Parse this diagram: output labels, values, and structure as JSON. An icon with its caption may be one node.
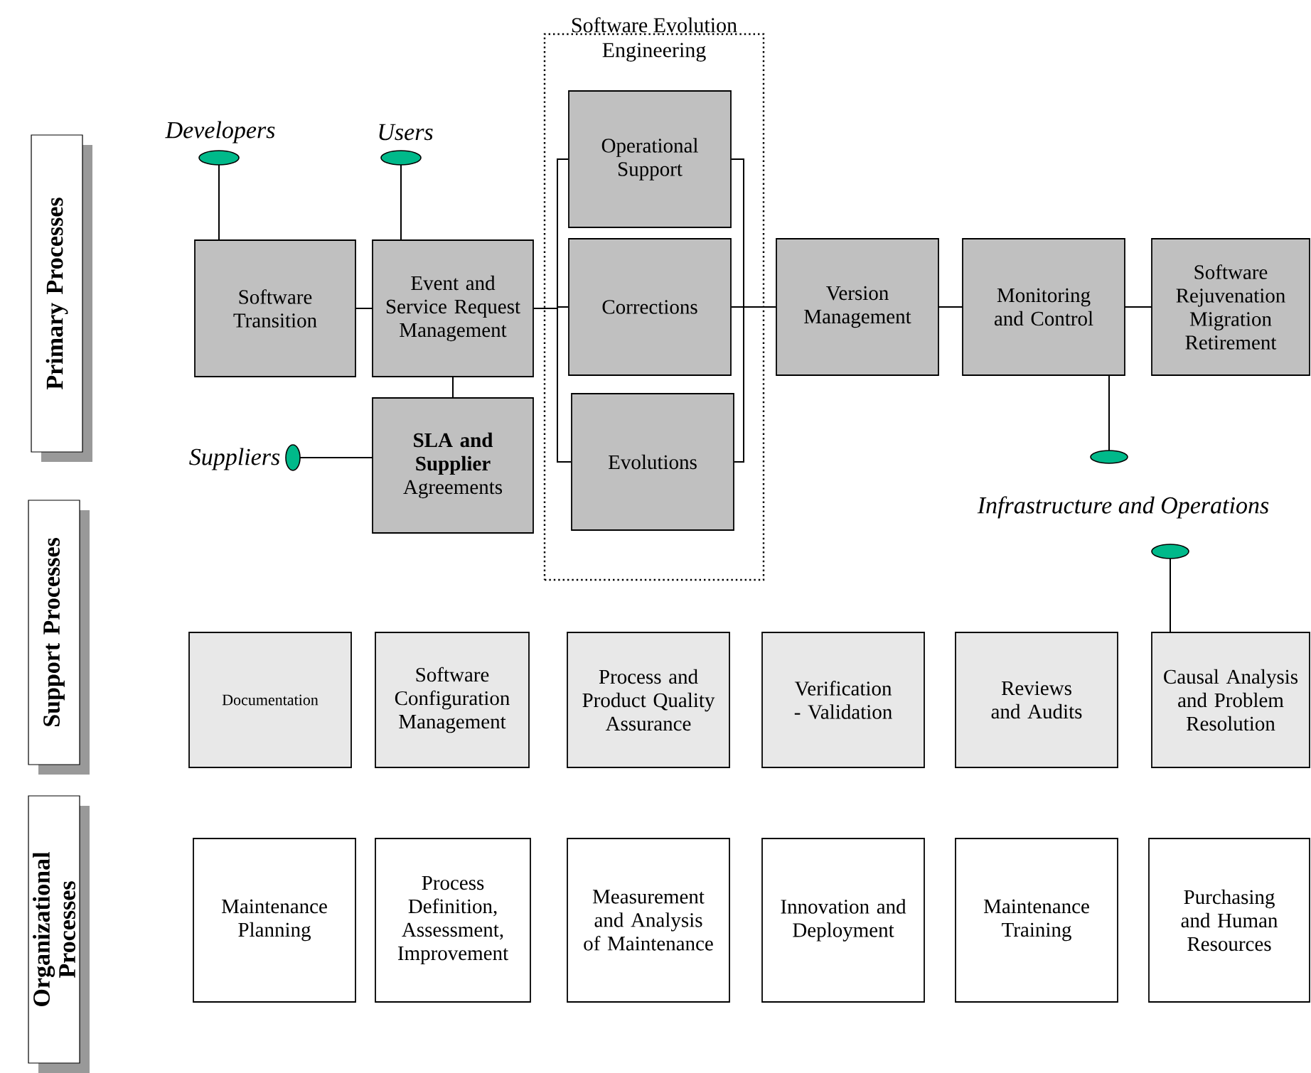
{
  "diagram": {
    "nodes": [
      {
        "text": [
          "Primary Processes"
        ]
      },
      {
        "text": [],
        "shape": "ellipse",
        "beside": [
          "Developers"
        ]
      },
      {
        "text": [],
        "shape": "ellipse",
        "beside": [
          "Users"
        ]
      },
      {
        "text": [
          "Software Evolution",
          "Engineering"
        ]
      },
      {
        "text": [
          "Operational Support"
        ],
        "in": 3
      },
      {
        "text": [
          "Software Transition"
        ]
      },
      {
        "text": [
          "Event and Service Request Management"
        ]
      },
      {
        "text": [
          "Corrections"
        ],
        "in": 3
      },
      {
        "text": [
          "Version Management"
        ]
      },
      {
        "text": [
          "Monitoring and Control"
        ]
      },
      {
        "text": [
          "Software Rejuvenation Migration Retirement"
        ]
      },
      {
        "text": [],
        "shape": "ellipse",
        "beside": [
          "Suppliers"
        ]
      },
      {
        "text": [
          "**SLA and Supplier** Agreements"
        ]
      },
      {
        "text": [
          "Evolutions"
        ],
        "in": 3
      },
      {
        "text": [],
        "shape": "ellipse",
        "beside": [
          "Infrastructure and Operations"
        ]
      },
      {
        "text": [],
        "shape": "ellipse"
      },
      {
        "text": [
          "Support Processes"
        ]
      },
      {
        "text": [
          "Documentation"
        ]
      },
      {
        "text": [
          "Software Configuration Management"
        ]
      },
      {
        "text": [
          "Process and Product Quality Assurance"
        ]
      },
      {
        "text": [
          "Verification - Validation"
        ]
      },
      {
        "text": [
          "Reviews and Audits"
        ]
      },
      {
        "text": [
          "Causal Analysis and Problem Resolution"
        ]
      },
      {
        "text": [
          "Organizational Processes"
        ]
      },
      {
        "text": [
          "Maintenance Planning"
        ]
      },
      {
        "text": [
          "Process Definition, Assessment, Improvement"
        ]
      },
      {
        "text": [
          "Measurement and Analysis of Maintenance"
        ]
      },
      {
        "text": [
          "Innovation and Deployment"
        ]
      },
      {
        "text": [
          "Maintenance Training"
        ]
      },
      {
        "text": [
          "Purchasing and Human Resources"
        ]
      }
    ],
    "edges": [
      {
        "from": 1,
        "to": 5,
        "arrow": "none"
      },
      {
        "from": 2,
        "to": 6,
        "arrow": "none"
      },
      {
        "from": 5,
        "to": 6,
        "arrow": "none"
      },
      {
        "from": 6,
        "to": 12,
        "arrow": "none"
      },
      {
        "from": 11,
        "to": 12,
        "arrow": "none"
      },
      {
        "from": 6,
        "to": 4,
        "arrow": "none"
      },
      {
        "from": 6,
        "to": 7,
        "arrow": "none"
      },
      {
        "from": 6,
        "to": 13,
        "arrow": "none"
      },
      {
        "from": 4,
        "to": 8,
        "arrow": "none"
      },
      {
        "from": 7,
        "to": 8,
        "arrow": "none"
      },
      {
        "from": 13,
        "to": 8,
        "arrow": "none"
      },
      {
        "from": 8,
        "to": 9,
        "arrow": "none"
      },
      {
        "from": 9,
        "to": 10,
        "arrow": "none"
      },
      {
        "from": 9,
        "to": 14,
        "arrow": "none"
      },
      {
        "from": 15,
        "to": 22,
        "arrow": "none"
      }
    ]
  }
}
